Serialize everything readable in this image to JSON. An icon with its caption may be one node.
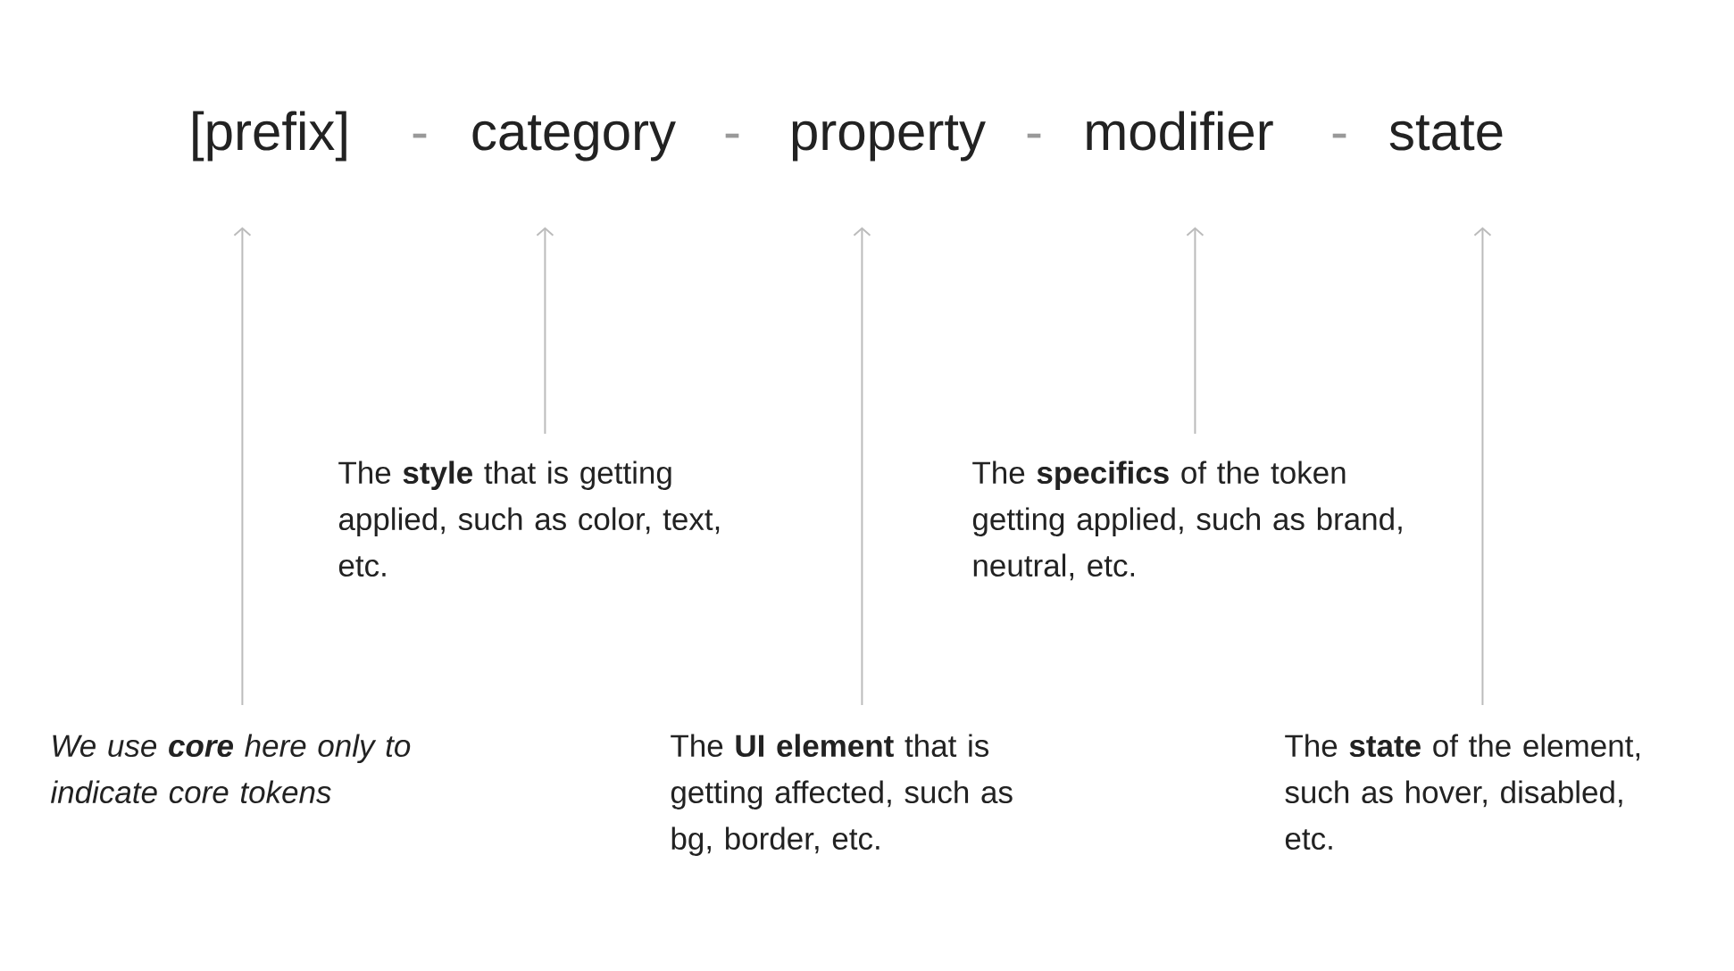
{
  "diagram": {
    "nodes": [
      {
        "text": [
          "[prefix]"
        ]
      },
      {
        "text": [
          "category"
        ]
      },
      {
        "text": [
          "property"
        ]
      },
      {
        "text": [
          "modifier"
        ]
      },
      {
        "text": [
          "state"
        ]
      },
      {
        "text": [
          "The **style** that is getting applied, such as color, text, etc."
        ]
      },
      {
        "text": [
          "The **specifics** of the token getting applied, such as brand, neutral, etc."
        ]
      },
      {
        "text": [
          "We use **core** here only to indicate core tokens"
        ]
      },
      {
        "text": [
          "The **UI element** that is getting affected, such as bg, border, etc."
        ]
      },
      {
        "text": [
          "The **state** of the element, such as hover, disabled, etc."
        ]
      }
    ],
    "edges": [
      {
        "from": 5,
        "to": 1,
        "arrow": "to"
      },
      {
        "from": 6,
        "to": 3,
        "arrow": "to"
      },
      {
        "from": 7,
        "to": 0,
        "arrow": "to"
      },
      {
        "from": 8,
        "to": 2,
        "arrow": "to"
      },
      {
        "from": 9,
        "to": 4,
        "arrow": "to"
      }
    ],
    "labels": [
      "-",
      "-",
      "-",
      "-"
    ]
  }
}
